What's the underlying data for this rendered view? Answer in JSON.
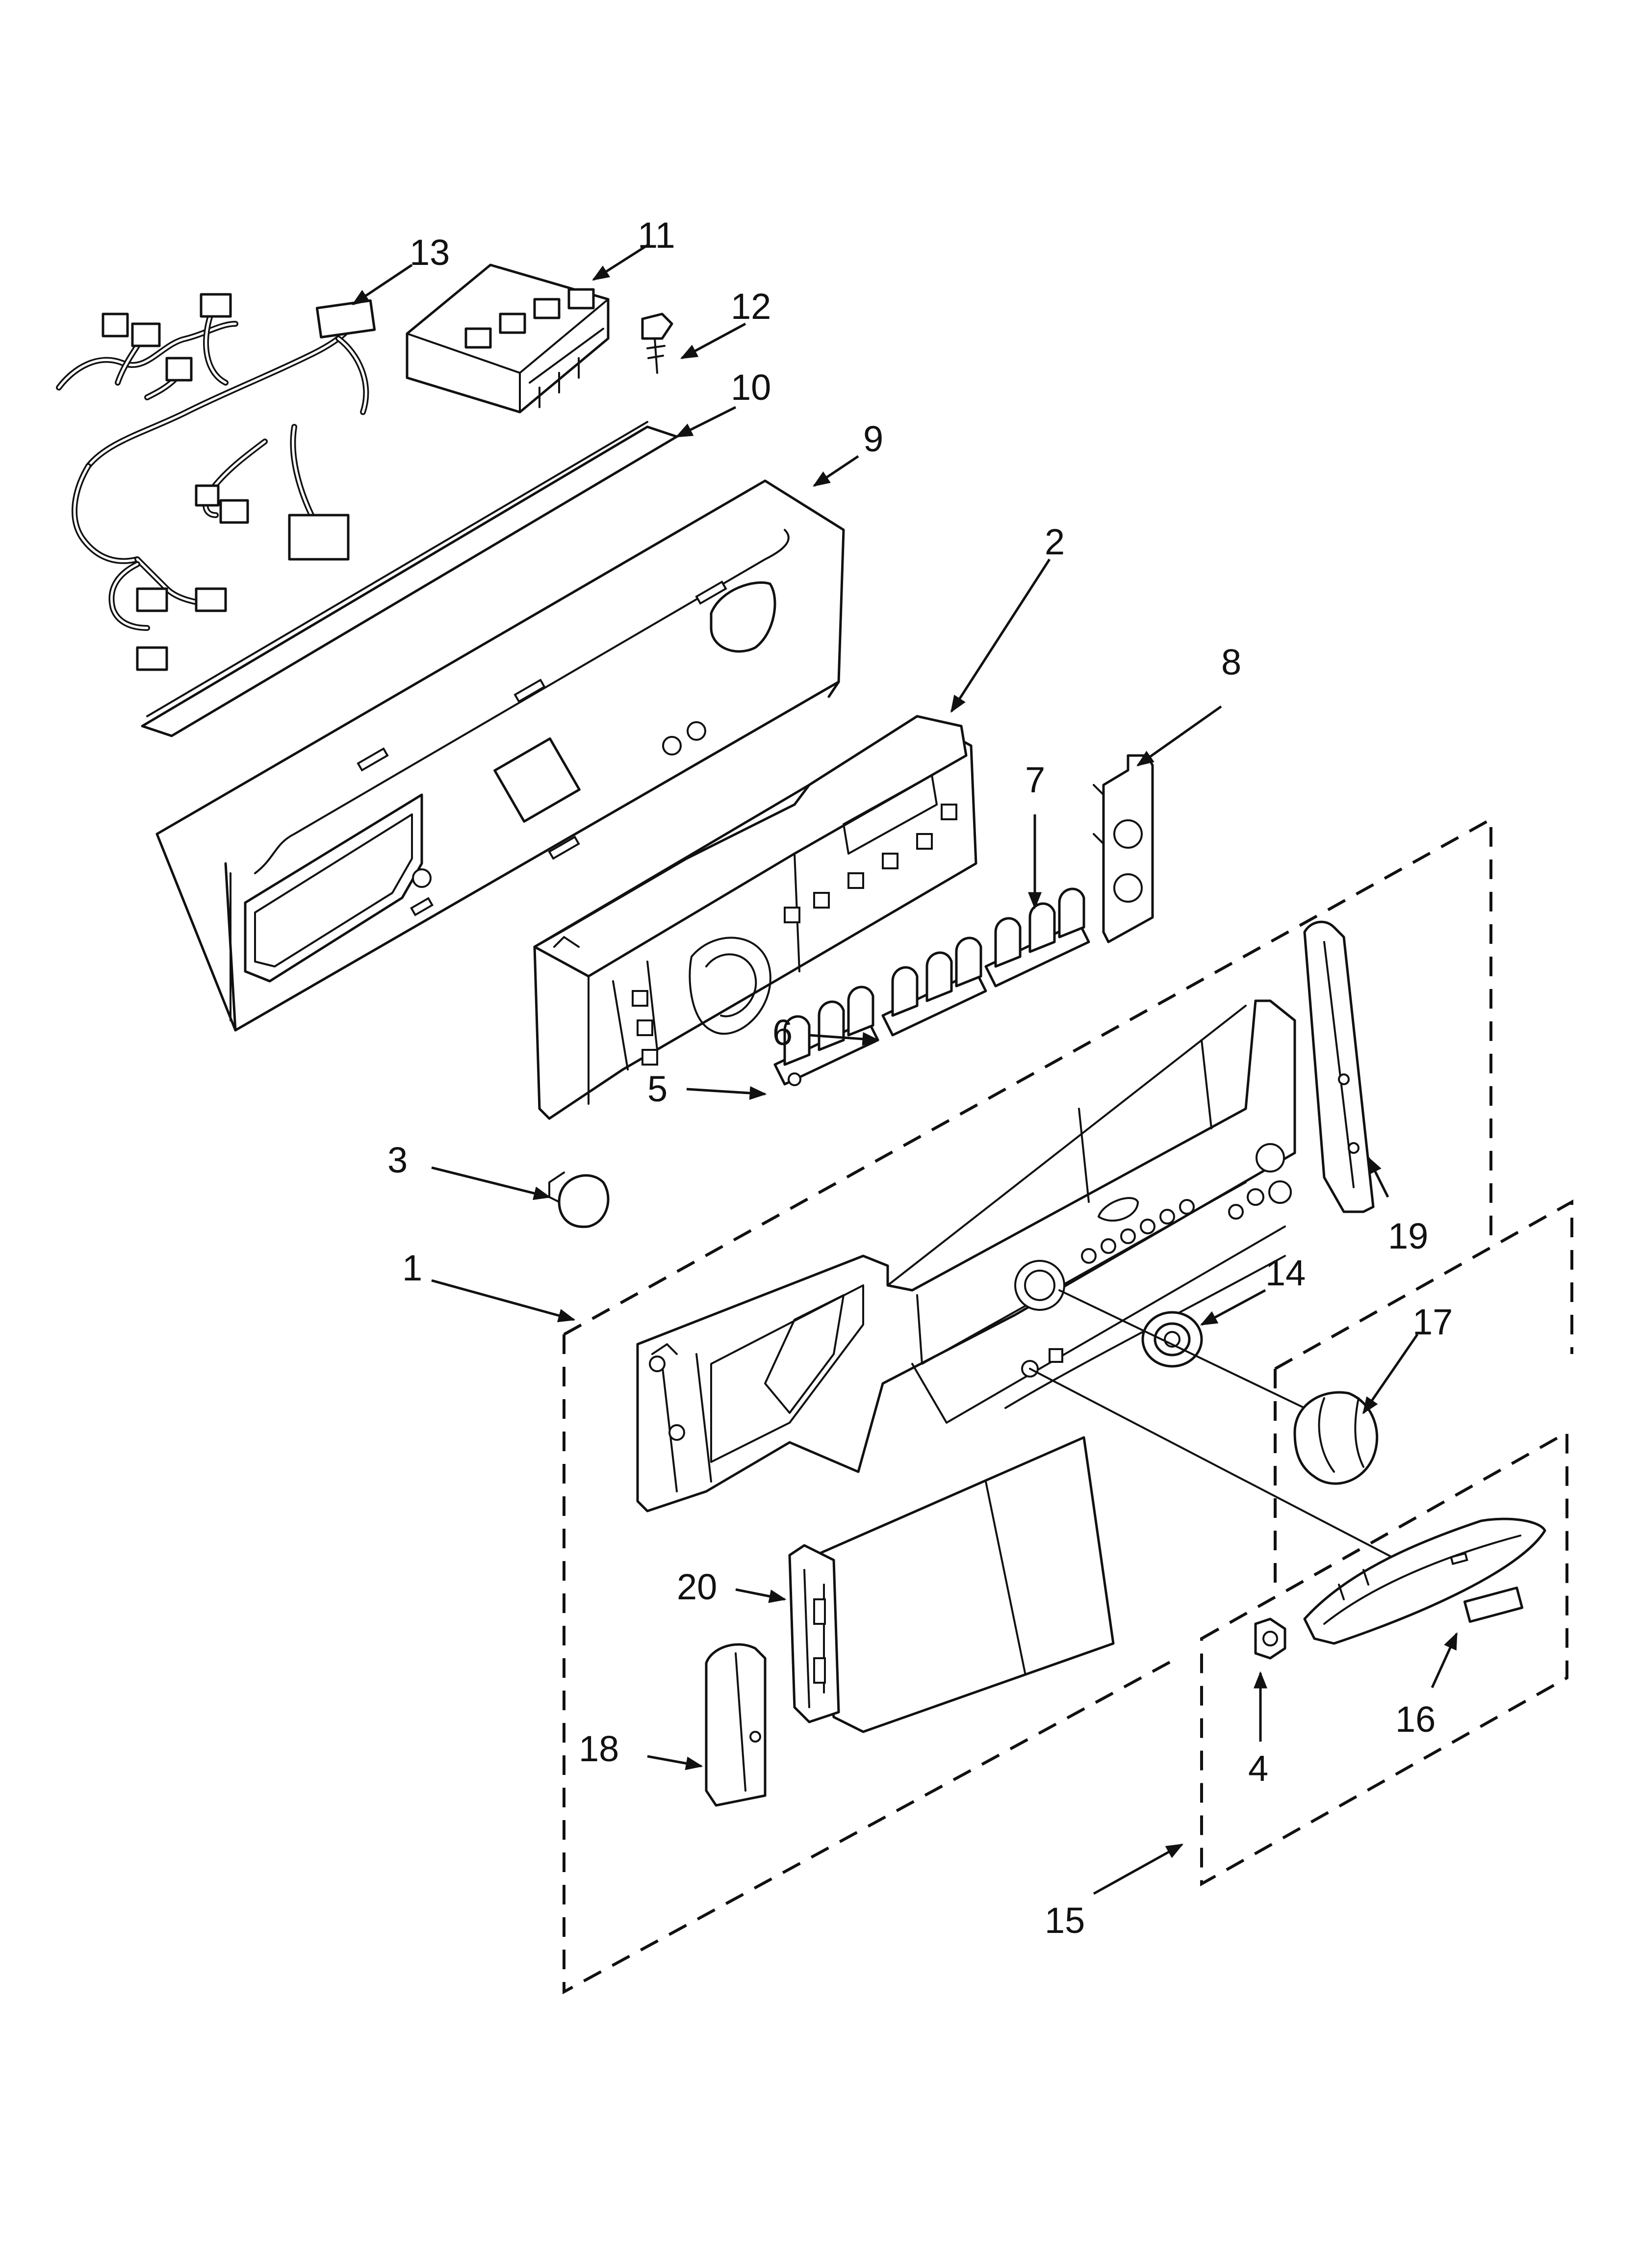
{
  "callouts": [
    {
      "id": "1",
      "label": "1"
    },
    {
      "id": "2",
      "label": "2"
    },
    {
      "id": "3",
      "label": "3"
    },
    {
      "id": "4",
      "label": "4"
    },
    {
      "id": "5",
      "label": "5"
    },
    {
      "id": "6",
      "label": "6"
    },
    {
      "id": "7",
      "label": "7"
    },
    {
      "id": "8",
      "label": "8"
    },
    {
      "id": "9",
      "label": "9"
    },
    {
      "id": "10",
      "label": "10"
    },
    {
      "id": "11",
      "label": "11"
    },
    {
      "id": "12",
      "label": "12"
    },
    {
      "id": "13",
      "label": "13"
    },
    {
      "id": "14",
      "label": "14"
    },
    {
      "id": "15",
      "label": "15"
    },
    {
      "id": "16",
      "label": "16"
    },
    {
      "id": "17",
      "label": "17"
    },
    {
      "id": "18",
      "label": "18"
    },
    {
      "id": "19",
      "label": "19"
    },
    {
      "id": "20",
      "label": "20"
    }
  ],
  "colors": {
    "ink": "#111111",
    "paper": "#ffffff"
  }
}
